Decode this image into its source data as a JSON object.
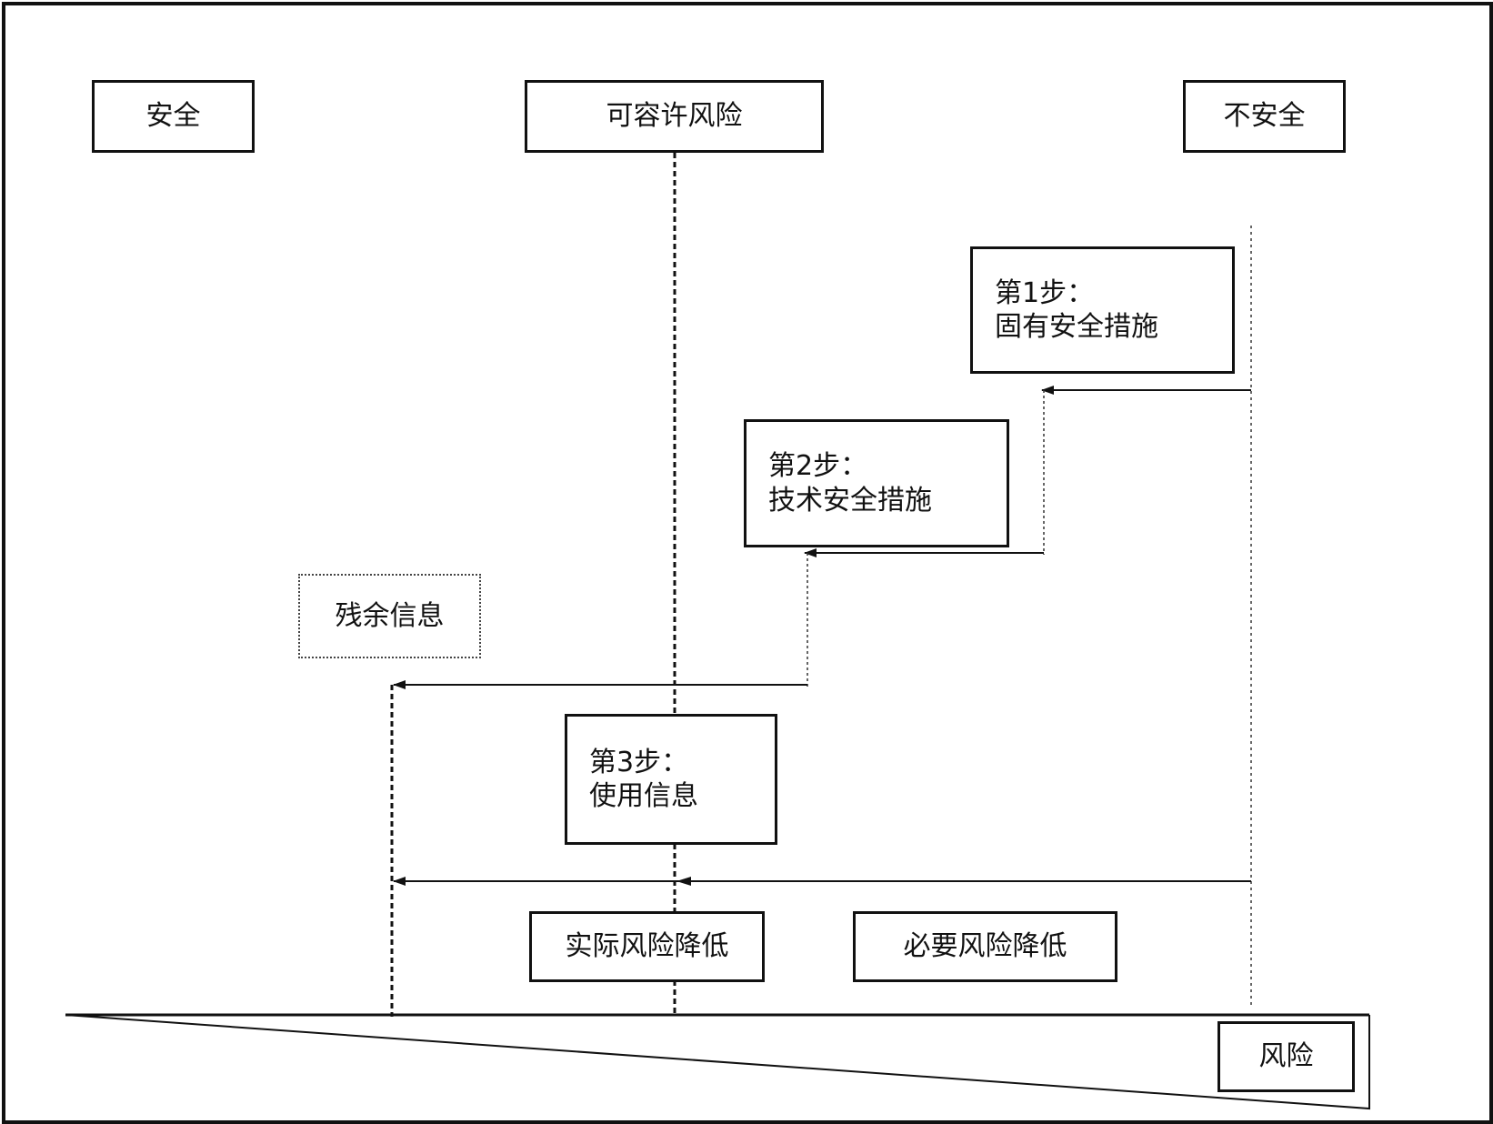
{
  "categories": {
    "safe": "安全",
    "tolerable": "可容许风险",
    "unsafe": "不安全"
  },
  "steps": [
    {
      "number": "第1步：",
      "title": "固有安全措施"
    },
    {
      "number": "第2步：",
      "title": "技术安全措施"
    },
    {
      "number": "第3步：",
      "title": "使用信息"
    }
  ],
  "residual_info": "残余信息",
  "actual_reduction": "实际风险降低",
  "required_reduction": "必要风险降低",
  "risk_label": "风险",
  "colors": {
    "line": "#111111",
    "background": "#ffffff"
  }
}
